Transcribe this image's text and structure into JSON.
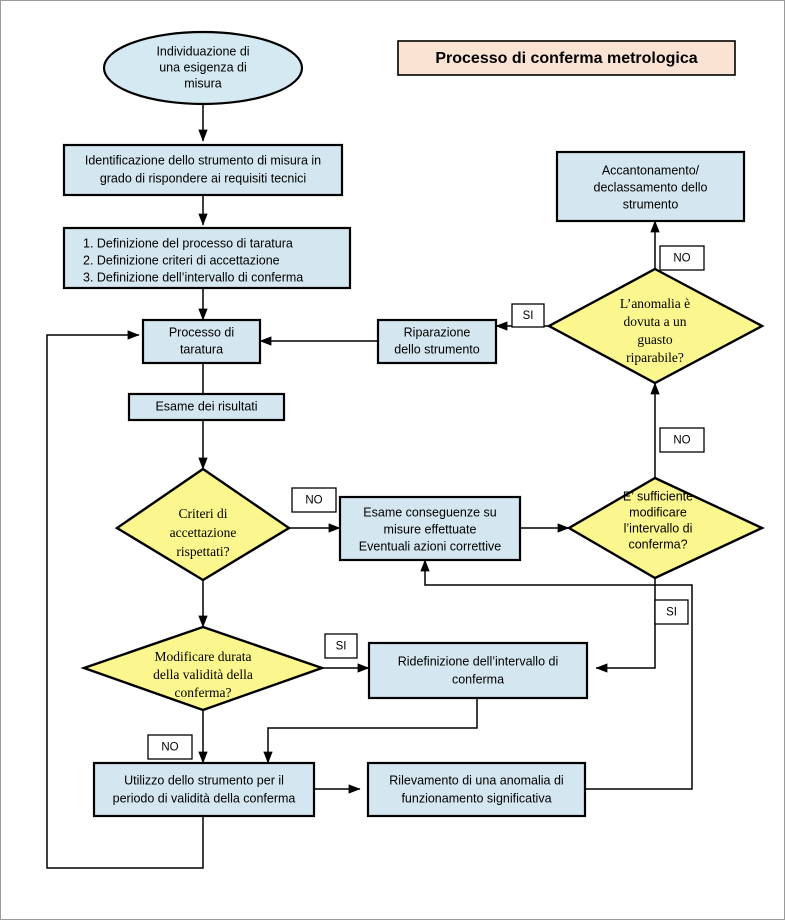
{
  "diagram": {
    "title": "Processo di conferma metrologica",
    "type": "flowchart",
    "language": "it",
    "colors": {
      "process_fill": "#d4e6ef",
      "decision_fill": "#fbf68e",
      "title_fill": "#fbe3d4",
      "label_fill": "#ffffff",
      "stroke": "#000000"
    }
  },
  "nodes": {
    "start": {
      "shape": "ellipse",
      "lines": [
        "Individuazione di",
        "una esigenza di",
        "misura"
      ]
    },
    "identificazione": {
      "shape": "rect",
      "lines": [
        "Identificazione dello strumento di misura in",
        "grado di rispondere ai requisiti tecnici"
      ]
    },
    "definizioni": {
      "shape": "rect",
      "lines": [
        "1.  Definizione del processo di taratura",
        "2.  Definizione criteri di accettazione",
        "3.  Definizione dell’intervallo di conferma"
      ]
    },
    "processo_taratura": {
      "shape": "rect",
      "lines": [
        "Processo di",
        "taratura"
      ]
    },
    "esame_risultati": {
      "shape": "rect",
      "lines": [
        "Esame dei risultati"
      ]
    },
    "criteri": {
      "shape": "diamond",
      "lines": [
        "Criteri di",
        "accettazione",
        "rispettati?"
      ]
    },
    "esame_conseguenze": {
      "shape": "rect",
      "lines": [
        "Esame conseguenze su",
        "misure effettuate",
        "Eventuali azioni correttive"
      ]
    },
    "modificare_durata": {
      "shape": "diamond",
      "lines": [
        "Modificare durata",
        "della validità della",
        "conferma?"
      ]
    },
    "ridefinizione": {
      "shape": "rect",
      "lines": [
        "Ridefinizione dell’intervallo di",
        "conferma"
      ]
    },
    "utilizzo": {
      "shape": "rect",
      "lines": [
        "Utilizzo dello strumento per il",
        "periodo di validità della conferma"
      ]
    },
    "rilevamento": {
      "shape": "rect",
      "lines": [
        "Rilevamento di una anomalia di",
        "funzionamento significativa"
      ]
    },
    "sufficiente": {
      "shape": "diamond",
      "lines": [
        "E’ sufficiente",
        "modificare",
        "l’intervallo di",
        "conferma?"
      ]
    },
    "anomalia": {
      "shape": "diamond",
      "lines": [
        "L’anomalia è",
        "dovuta a un",
        "guasto",
        "riparabile?"
      ]
    },
    "riparazione": {
      "shape": "rect",
      "lines": [
        "Riparazione",
        "dello strumento"
      ]
    },
    "accantonamento": {
      "shape": "rect",
      "lines": [
        "Accantonamento/",
        "declassamento dello",
        "strumento"
      ]
    }
  },
  "edge_labels": {
    "anomalia_no": "NO",
    "anomalia_si": "SI",
    "sufficiente_no": "NO",
    "sufficiente_si": "SI",
    "criteri_no": "NO",
    "modificare_si": "SI",
    "modificare_no": "NO"
  }
}
